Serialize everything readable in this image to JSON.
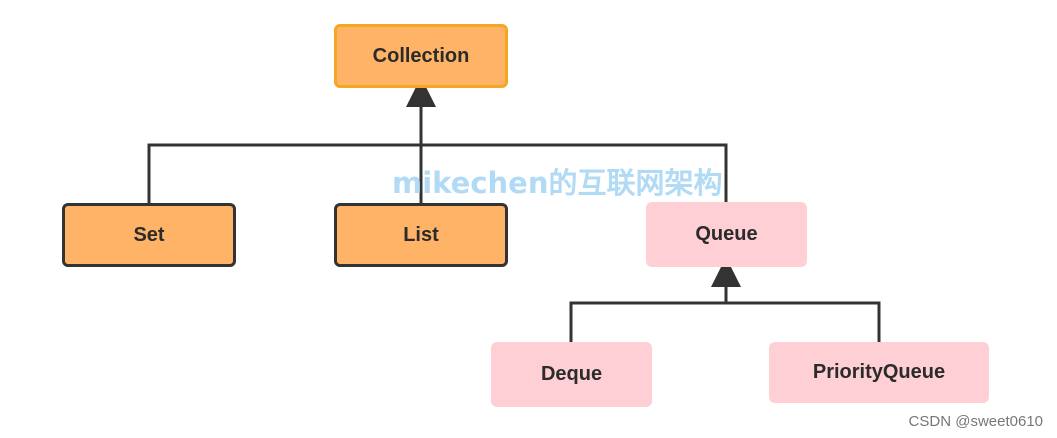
{
  "diagram": {
    "nodes": {
      "collection": "Collection",
      "set": "Set",
      "list": "List",
      "queue": "Queue",
      "deque": "Deque",
      "priority_queue": "PriorityQueue"
    },
    "edges": [
      {
        "from": "set",
        "to": "collection"
      },
      {
        "from": "list",
        "to": "collection"
      },
      {
        "from": "queue",
        "to": "collection"
      },
      {
        "from": "deque",
        "to": "queue"
      },
      {
        "from": "priority_queue",
        "to": "queue"
      }
    ]
  },
  "watermark": "mikechen的互联网架构",
  "credit": "CSDN @sweet0610",
  "colors": {
    "orange_fill": "#FFB366",
    "root_border": "#F5A623",
    "pink_fill": "#FFCFD6",
    "line": "#333333",
    "watermark": "#A9D6F5"
  }
}
